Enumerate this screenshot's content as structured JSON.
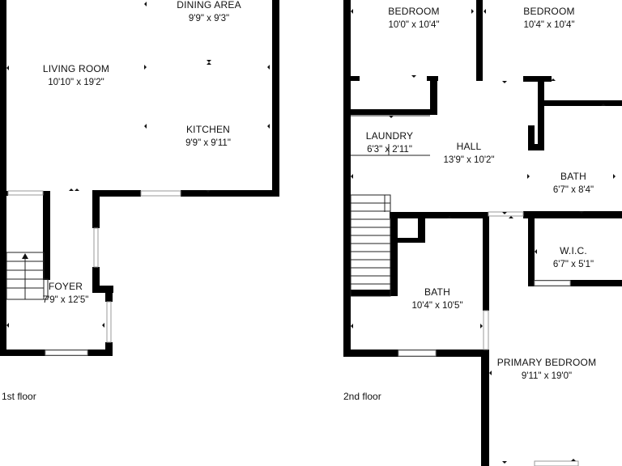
{
  "floors": [
    {
      "id": "first",
      "label": "1st floor",
      "rooms": [
        {
          "id": "dining-area",
          "name": "DINING AREA",
          "dims": "9'9\" x 9'3\""
        },
        {
          "id": "living-room",
          "name": "LIVING ROOM",
          "dims": "10'10\" x 19'2\""
        },
        {
          "id": "kitchen",
          "name": "KITCHEN",
          "dims": "9'9\" x 9'11\""
        },
        {
          "id": "foyer",
          "name": "FOYER",
          "dims": "7'9\" x 12'5\""
        }
      ]
    },
    {
      "id": "second",
      "label": "2nd floor",
      "rooms": [
        {
          "id": "bedroom-1",
          "name": "BEDROOM",
          "dims": "10'0\" x 10'4\""
        },
        {
          "id": "bedroom-2",
          "name": "BEDROOM",
          "dims": "10'4\" x 10'4\""
        },
        {
          "id": "laundry",
          "name": "LAUNDRY",
          "dims": "6'3\" x 2'11\""
        },
        {
          "id": "hall",
          "name": "HALL",
          "dims": "13'9\" x 10'2\""
        },
        {
          "id": "bath-1",
          "name": "BATH",
          "dims": "6'7\" x 8'4\""
        },
        {
          "id": "wic",
          "name": "W.I.C.",
          "dims": "6'7\" x 5'1\""
        },
        {
          "id": "bath-2",
          "name": "BATH",
          "dims": "10'4\" x 10'5\""
        },
        {
          "id": "primary-bedroom",
          "name": "PRIMARY BEDROOM",
          "dims": "9'11\" x 19'0\""
        }
      ]
    }
  ]
}
